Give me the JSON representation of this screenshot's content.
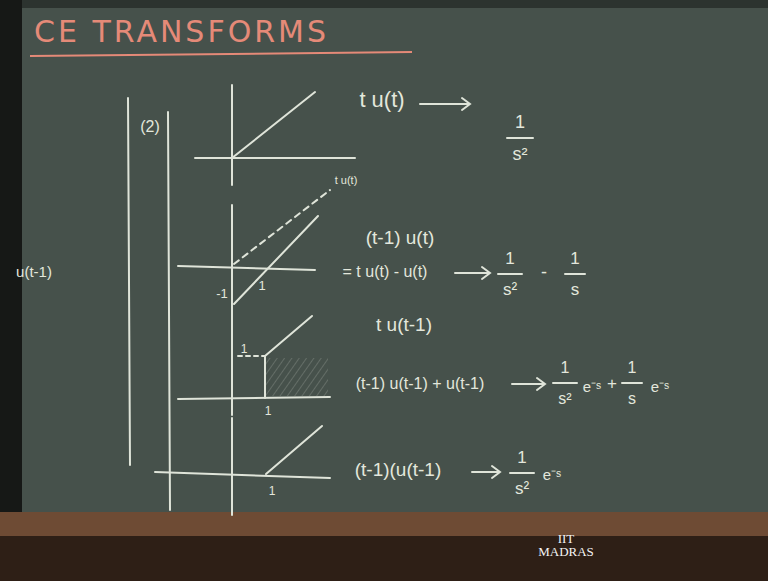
{
  "diagram": {
    "title": "CE TRANSFORMS",
    "labels": [
      "(2)",
      "t u(t)",
      "1",
      "s²",
      "t u(t)",
      "-1",
      "1",
      "(t-1) u(t)",
      "= t u(t) - u(t)",
      "1",
      "s²",
      "-",
      "1",
      "s",
      "u(t-1)",
      "1",
      "t u(t-1)",
      "1",
      "(t-1) u(t-1) + u(t-1)",
      "1",
      "s²",
      "e⁻ˢ",
      "+",
      "1",
      "s",
      "e⁻ˢ",
      "(t-1)(u(t-1)",
      "1",
      "1",
      "s²",
      "e⁻ˢ",
      "IIT MADRAS"
    ]
  }
}
